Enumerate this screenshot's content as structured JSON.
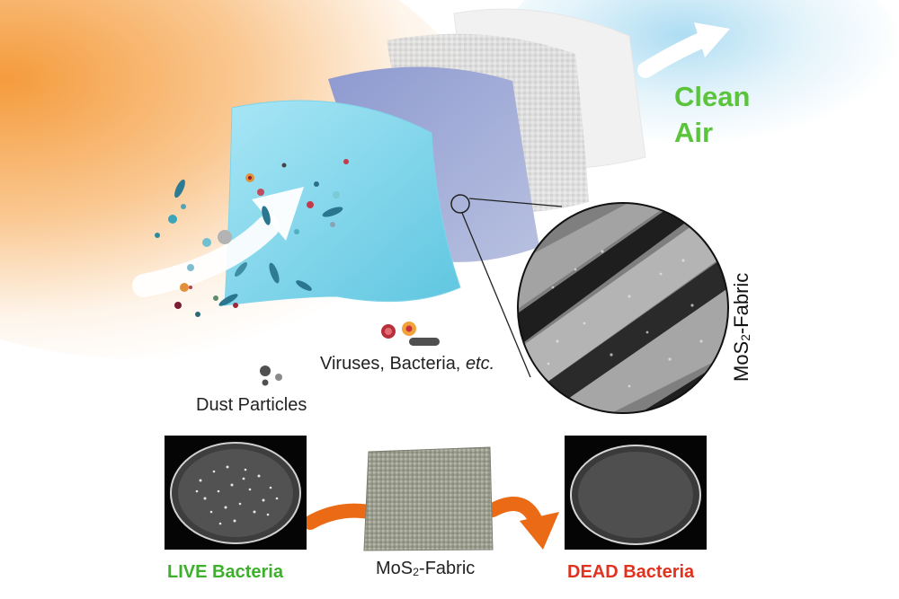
{
  "clean_air": {
    "line1": "Clean",
    "line2": "Air",
    "color": "#5cc33d"
  },
  "contaminants_label": {
    "prefix": "Viruses, Bacteria, ",
    "etc": "etc."
  },
  "dust_label": "Dust Particles",
  "sem_label": {
    "pre": "MoS",
    "sub": "2",
    "post": "-Fabric"
  },
  "fabric_label": {
    "pre": "MoS",
    "sub": "2",
    "post": "-Fabric"
  },
  "live_label": {
    "text": "LIVE Bacteria",
    "color": "#3db02b"
  },
  "dead_label": {
    "text": "DEAD Bacteria",
    "color": "#e0321f"
  },
  "colors": {
    "background_orange": "#f49632",
    "background_blue": "#a0d7f0",
    "mask_layer_1": "#7fd3ea",
    "mask_layer_2": "#9ba6cf",
    "mask_layer_3": "#d9d9d9",
    "mask_layer_4": "#eeeeee",
    "arrow_orange": "#ea6a15"
  }
}
